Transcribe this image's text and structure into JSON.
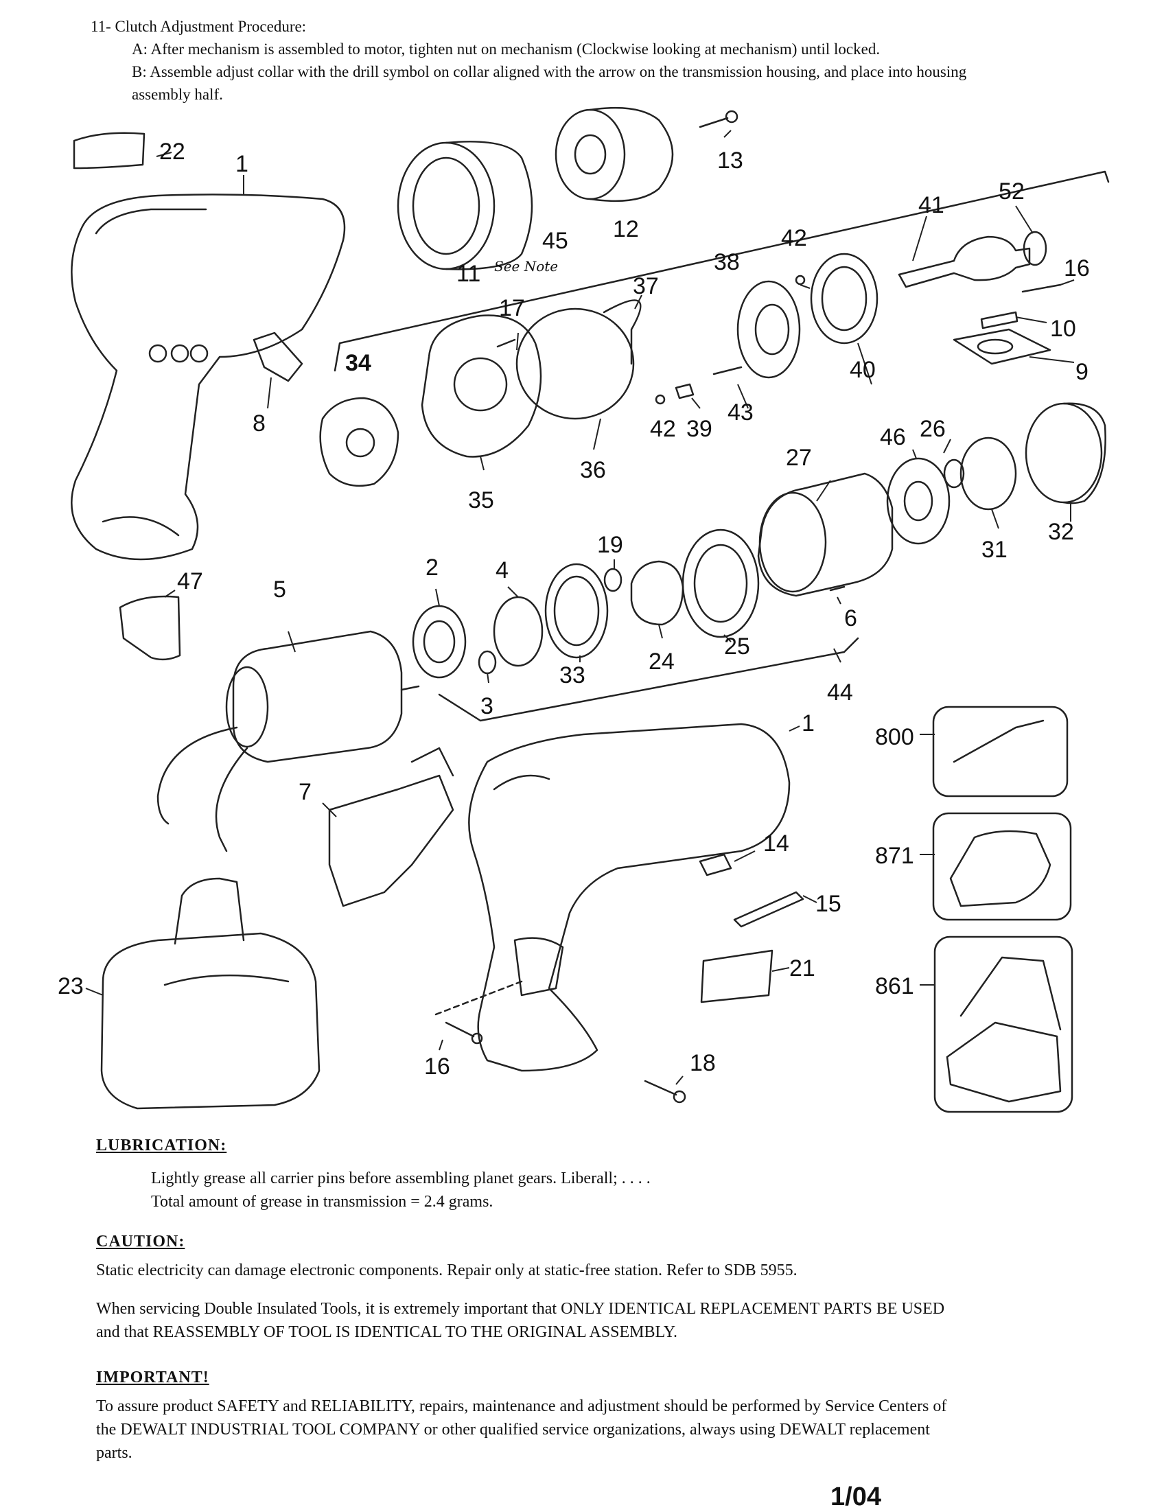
{
  "header": {
    "title": "11- Clutch Adjustment Procedure:",
    "line_a": "A: After mechanism is assembled to motor, tighten nut on mechanism (Clockwise looking at mechanism) until locked.",
    "line_b": "B: Assemble adjust collar with the drill symbol on collar aligned with the arrow on the transmission housing, and place into housing assembly half."
  },
  "diagram": {
    "labels": {
      "p22": "22",
      "p1a": "1",
      "p11": "11",
      "p12": "12",
      "p13": "13",
      "p45": "45",
      "p41": "41",
      "p52": "52",
      "p42a": "42",
      "p38": "38",
      "p16a": "16",
      "p10": "10",
      "p9": "9",
      "p17": "17",
      "p37": "37",
      "p34": "34",
      "p8": "8",
      "p40": "40",
      "p43": "43",
      "p42b": "42",
      "p39": "39",
      "p36": "36",
      "p35": "35",
      "p46": "46",
      "p26": "26",
      "p27": "27",
      "p31": "31",
      "p32": "32",
      "p47": "47",
      "p5": "5",
      "p2": "2",
      "p4": "4",
      "p19": "19",
      "p6": "6",
      "p24": "24",
      "p25": "25",
      "p33": "33",
      "p3": "3",
      "p44": "44",
      "p1b": "1",
      "p800": "800",
      "p871": "871",
      "p861": "861",
      "p7": "7",
      "p14": "14",
      "p15": "15",
      "p21": "21",
      "p23": "23",
      "p16b": "16",
      "p18": "18"
    },
    "note": "See Note"
  },
  "lubrication": {
    "heading": "LUBRICATION:",
    "line1": "Lightly grease all carrier pins before assembling planet gears. Liberall; . . . .",
    "line2": "Total amount of grease in transmission = 2.4 grams."
  },
  "caution": {
    "heading": "CAUTION:",
    "para1": "Static electricity can damage electronic components. Repair only at static-free station. Refer to SDB 5955.",
    "para2": "When servicing Double Insulated Tools, it is extremely important that ONLY IDENTICAL REPLACEMENT PARTS BE USED and that REASSEMBLY OF TOOL IS IDENTICAL TO THE ORIGINAL ASSEMBLY."
  },
  "important": {
    "heading": "IMPORTANT!",
    "para": "To assure product SAFETY and RELIABILITY, repairs, maintenance and adjustment should be performed by Service Centers of the DEWALT INDUSTRIAL TOOL COMPANY or other qualified service organizations, always using DEWALT replacement parts."
  },
  "page_number": "1/04"
}
